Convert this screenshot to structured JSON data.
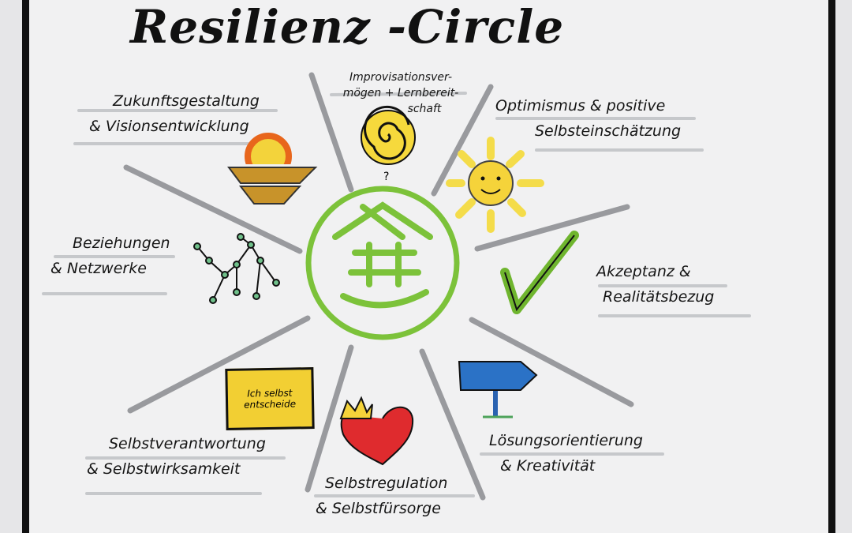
{
  "title": "Resilienz -Circle",
  "center_color": "#7cc23a",
  "ray_color": "#8a8c90",
  "factors": [
    {
      "line1": "Zukunftsgestaltung",
      "line2": "& Visionsentwicklung",
      "icon": "sunset-icon"
    },
    {
      "line1": "Improvisationsver-",
      "line2": "mögen + Lernbereit-",
      "line3": "schaft",
      "icon": "spiral-icon"
    },
    {
      "line1": "Optimismus & positive",
      "line2": "Selbsteinschätzung",
      "icon": "sun-icon"
    },
    {
      "line1": "Akzeptanz &",
      "line2": "Realitätsbezug",
      "icon": "checkmark-icon"
    },
    {
      "line1": "Lösungsorientierung",
      "line2": "& Kreativität",
      "icon": "signpost-icon"
    },
    {
      "line1": "Selbstregulation",
      "line2": "& Selbstfürsorge",
      "icon": "crowned-heart-icon"
    },
    {
      "line1": "Selbstverantwortung",
      "line2": "& Selbstwirksamkeit",
      "icon": "sign-icon"
    },
    {
      "line1": "Beziehungen",
      "line2": "& Netzwerke",
      "icon": "network-icon"
    }
  ],
  "sign": {
    "line1": "Ich selbst",
    "line2": "entscheide"
  },
  "question_mark": "?"
}
